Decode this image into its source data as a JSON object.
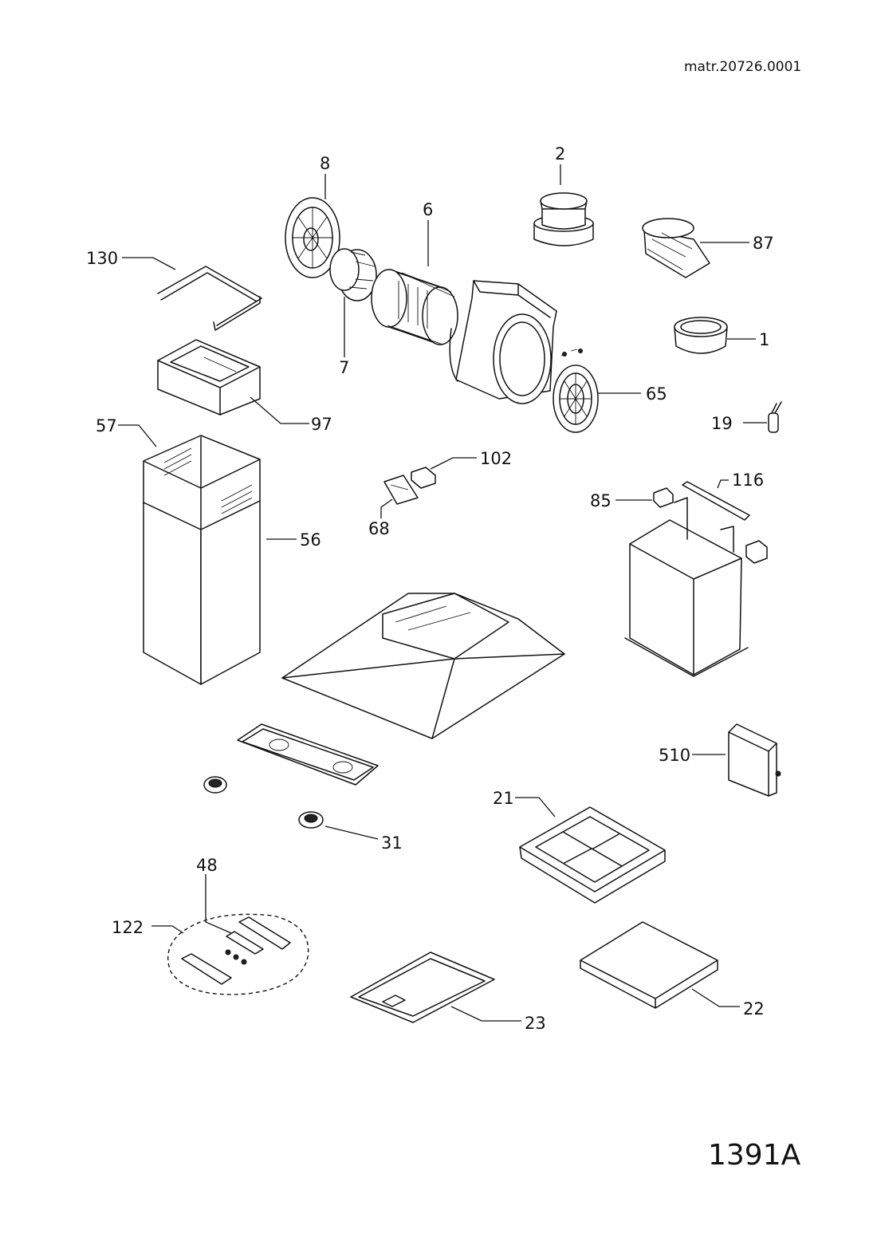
{
  "document": {
    "material_ref": "matr.20726.0001",
    "diagram_code": "1391A"
  },
  "callouts": [
    "8",
    "6",
    "2",
    "87",
    "130",
    "1",
    "7",
    "65",
    "19",
    "57",
    "97",
    "102",
    "116",
    "85",
    "56",
    "68",
    "510",
    "21",
    "31",
    "48",
    "122",
    "22",
    "23"
  ]
}
